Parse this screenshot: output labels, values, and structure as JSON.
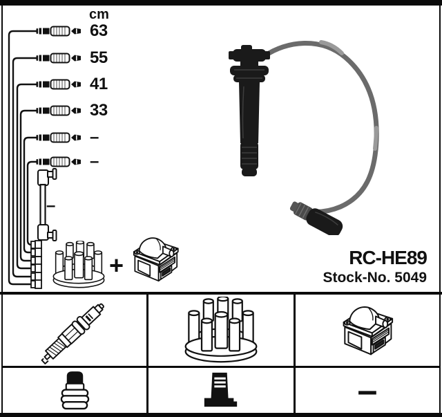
{
  "colors": {
    "frame": "#0a0a0a",
    "background": "#ffffff",
    "line_art": "#111111",
    "cable_gray": "#6b6b6b",
    "boot_black": "#1a1a1a"
  },
  "length_table": {
    "unit_label": "cm",
    "rows": [
      {
        "value": "63"
      },
      {
        "value": "55"
      },
      {
        "value": "41"
      },
      {
        "value": "33"
      },
      {
        "value": "–"
      },
      {
        "value": "–"
      }
    ],
    "coil_wire_value": "–"
  },
  "kit_formula": {
    "plus_sign": "+"
  },
  "product": {
    "code": "RC-HE89",
    "stock_label": "Stock-No. 5049"
  },
  "parts_grid": {
    "row1": [
      {
        "icon": "spark-plug-icon"
      },
      {
        "icon": "distributor-cap-icon"
      },
      {
        "icon": "ignition-coil-icon"
      }
    ],
    "row2": [
      {
        "icon": "plug-terminal-icon"
      },
      {
        "icon": "distributor-rotor-icon"
      },
      {
        "icon": "dash",
        "value": "–"
      }
    ]
  }
}
